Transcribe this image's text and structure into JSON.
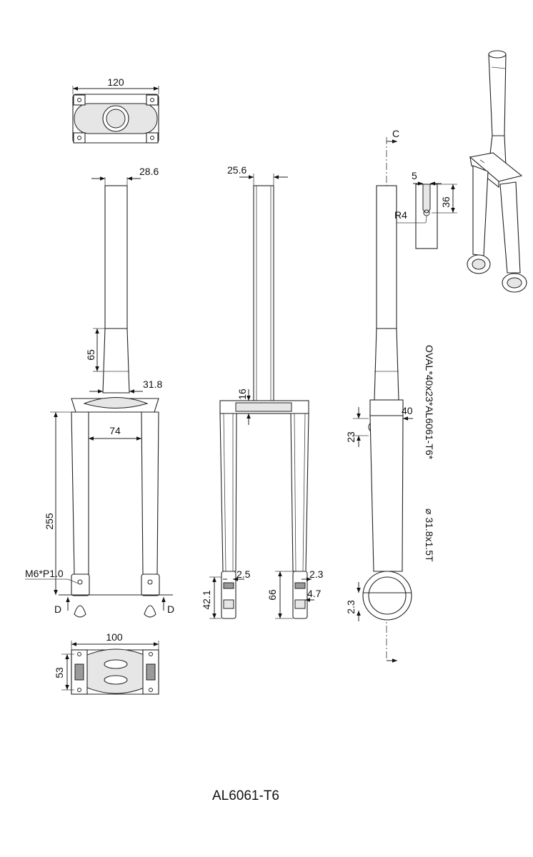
{
  "dimensions": {
    "top_width": "120",
    "steerer_dia": "28.6",
    "steerer_inner": "25.6",
    "taper_len": "65",
    "crown_race": "31.8",
    "leg_spacing": "74",
    "leg_length": "255",
    "thread": "M6*P1.0",
    "section_left": "D",
    "section_right": "D",
    "bottom_width": "100",
    "bottom_depth": "53",
    "crown_thickness": "16",
    "wall_left": "2.5",
    "wall_right": "2.3",
    "dropout_height": "42.1",
    "dropout_length": "66",
    "dropout_wall": "4.7",
    "section_c": "C",
    "slot_width": "5",
    "slot_depth": "36",
    "slot_radius": "R4",
    "oval_width": "40",
    "oval_height": "23",
    "oval_spec": "OVAL*40x23*AL6061-T6*",
    "tube_spec": "⌀ 31.8x1.5T",
    "clamp_wall": "2.3"
  },
  "title": "AL6061-T6"
}
